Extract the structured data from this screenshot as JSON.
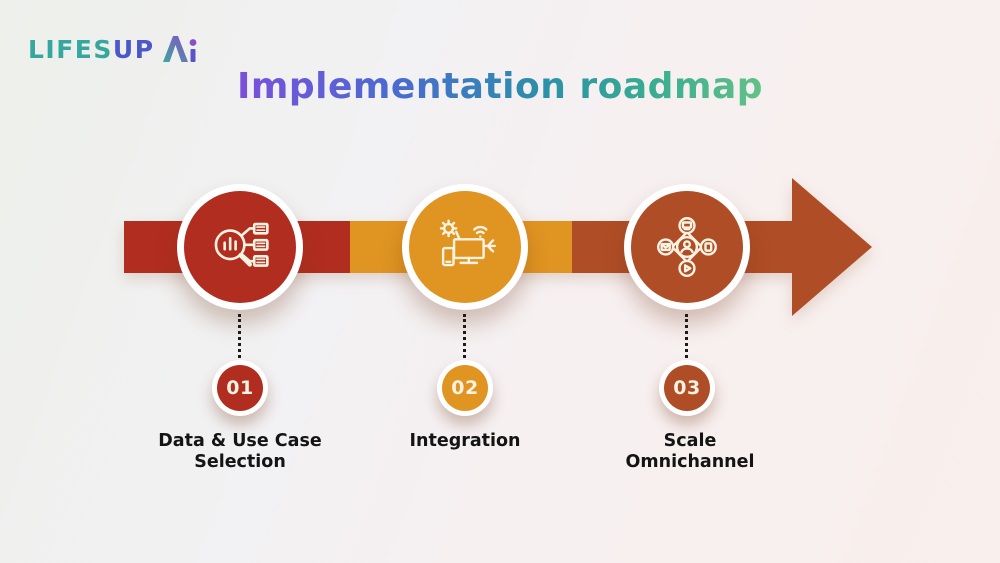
{
  "logo": {
    "text_primary": "LIFES",
    "text_secondary": "UP",
    "mark_name": "ai-logo-mark",
    "color_primary": "#35A79E",
    "color_secondary": "#4C57C9",
    "mark_gradient_start": "#3AA89E",
    "mark_gradient_end": "#8A4FC5"
  },
  "title": {
    "text": "Implementation roadmap",
    "gradient_start": "#7C4FDB",
    "gradient_end": "#63C188"
  },
  "arrow": {
    "segments": [
      {
        "color": "#B12D1F"
      },
      {
        "color": "#E09422"
      },
      {
        "color": "#AF4D26"
      }
    ],
    "head_color": "#AF4D26"
  },
  "steps": [
    {
      "number": "01",
      "color": "#B12D1F",
      "icon": "data-search-icon",
      "label": "Data & Use Case Selection",
      "label_lines": [
        "Data & Use Case",
        "Selection"
      ]
    },
    {
      "number": "02",
      "color": "#E09422",
      "icon": "integration-devices-icon",
      "label": "Integration",
      "label_lines": [
        "Integration",
        ""
      ]
    },
    {
      "number": "03",
      "color": "#AF4D26",
      "icon": "omnichannel-icon",
      "label": "Scale Omnichannel",
      "label_lines": [
        "Scale",
        "Omnichannel"
      ]
    }
  ]
}
